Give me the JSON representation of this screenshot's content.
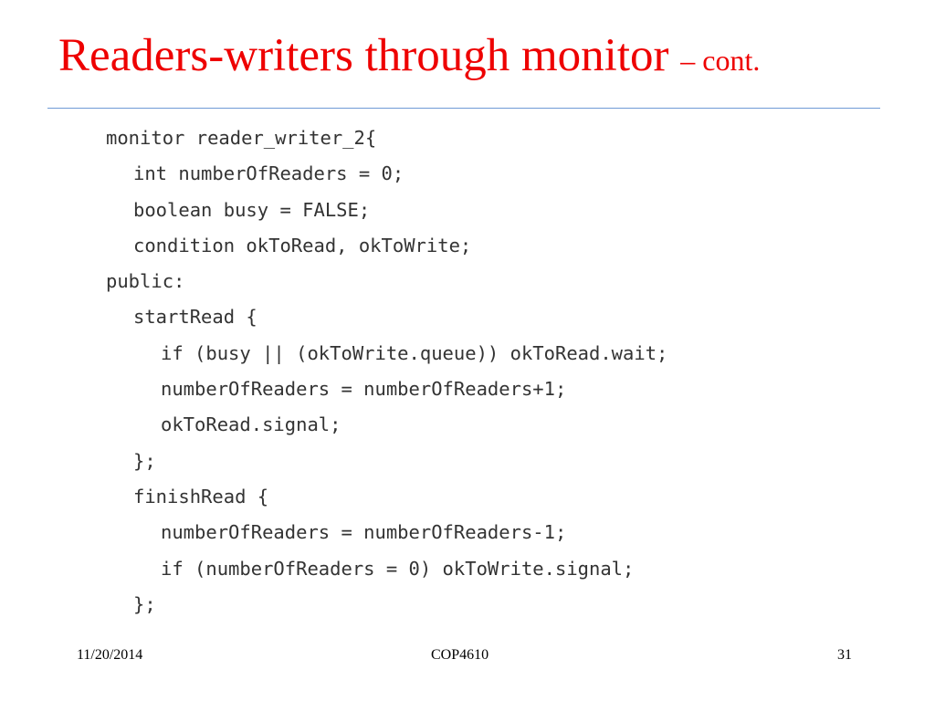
{
  "slide": {
    "title": "Readers-writers through monitor",
    "title_suffix": "– cont.",
    "title_color": "#ee0000",
    "rule_color": "#6f9ad6"
  },
  "code": {
    "lines": [
      "monitor reader_writer_2{",
      "int numberOfReaders = 0;",
      "boolean busy = FALSE;",
      "condition okToRead, okToWrite;",
      "public:",
      "startRead {",
      "if (busy || (okToWrite.queue)) okToRead.wait;",
      "numberOfReaders = numberOfReaders+1;",
      "okToRead.signal;",
      "};",
      "finishRead {",
      "numberOfReaders = numberOfReaders-1;",
      "if (numberOfReaders = 0) okToWrite.signal;",
      "};"
    ]
  },
  "footer": {
    "date": "11/20/2014",
    "course": "COP4610",
    "page_number": "31"
  }
}
